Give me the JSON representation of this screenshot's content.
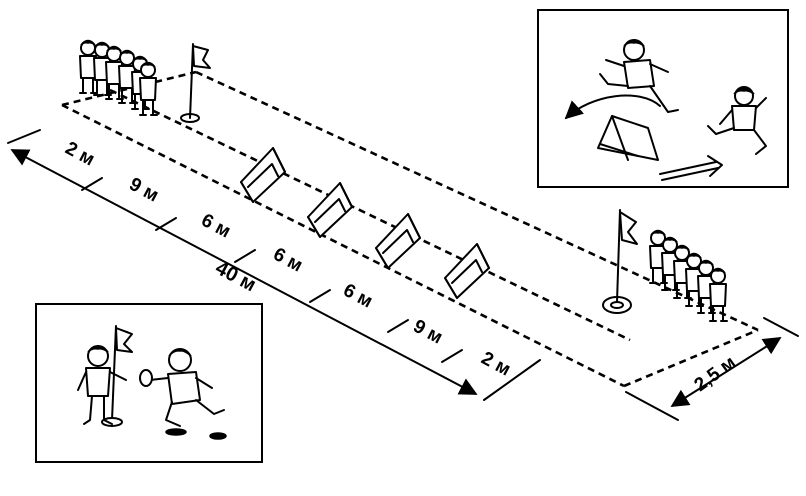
{
  "segments": [
    {
      "label": "2 м"
    },
    {
      "label": "9 м"
    },
    {
      "label": "6 м"
    },
    {
      "label": "6 м"
    },
    {
      "label": "6 м"
    },
    {
      "label": "9 м"
    },
    {
      "label": "2 м"
    }
  ],
  "total_length": "40 м",
  "width_label": "2,5 м",
  "obstacles_count": 4,
  "colors": {
    "ink": "#000000",
    "paper": "#ffffff"
  },
  "icons": {
    "flag": "flag-icon",
    "hurdle": "triangle-hurdle-icon",
    "arrow": "dimension-arrow-icon"
  }
}
